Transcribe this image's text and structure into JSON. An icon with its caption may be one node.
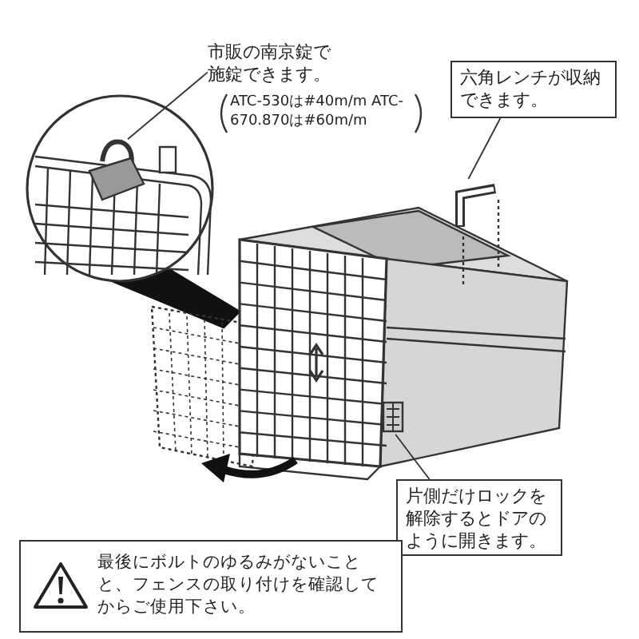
{
  "diagram": {
    "nodes": [
      {
        "text": [
          "市販の南京錠で施錠できます。",
          "ATC-530は#40m/m ATC-670.870は#60m/m"
        ]
      },
      {
        "text": [],
        "shape": "picture"
      },
      {
        "text": [
          "六角レンチが収納できます。"
        ]
      },
      {
        "text": [],
        "shape": "picture"
      },
      {
        "text": [
          "片側だけロックを解除するとドアのように開きます。"
        ]
      },
      {
        "text": [],
        "shape": "picture"
      },
      {
        "text": [
          "最後にボルトのゆるみがないことと、フェンスの取り付けを確認してからご使用下さい。"
        ]
      }
    ],
    "edges": [
      {
        "from": 0,
        "to": 1,
        "arrow": "none"
      },
      {
        "from": 2,
        "to": 3,
        "arrow": "none"
      },
      {
        "from": 4,
        "to": 5,
        "arrow": "none"
      }
    ]
  }
}
